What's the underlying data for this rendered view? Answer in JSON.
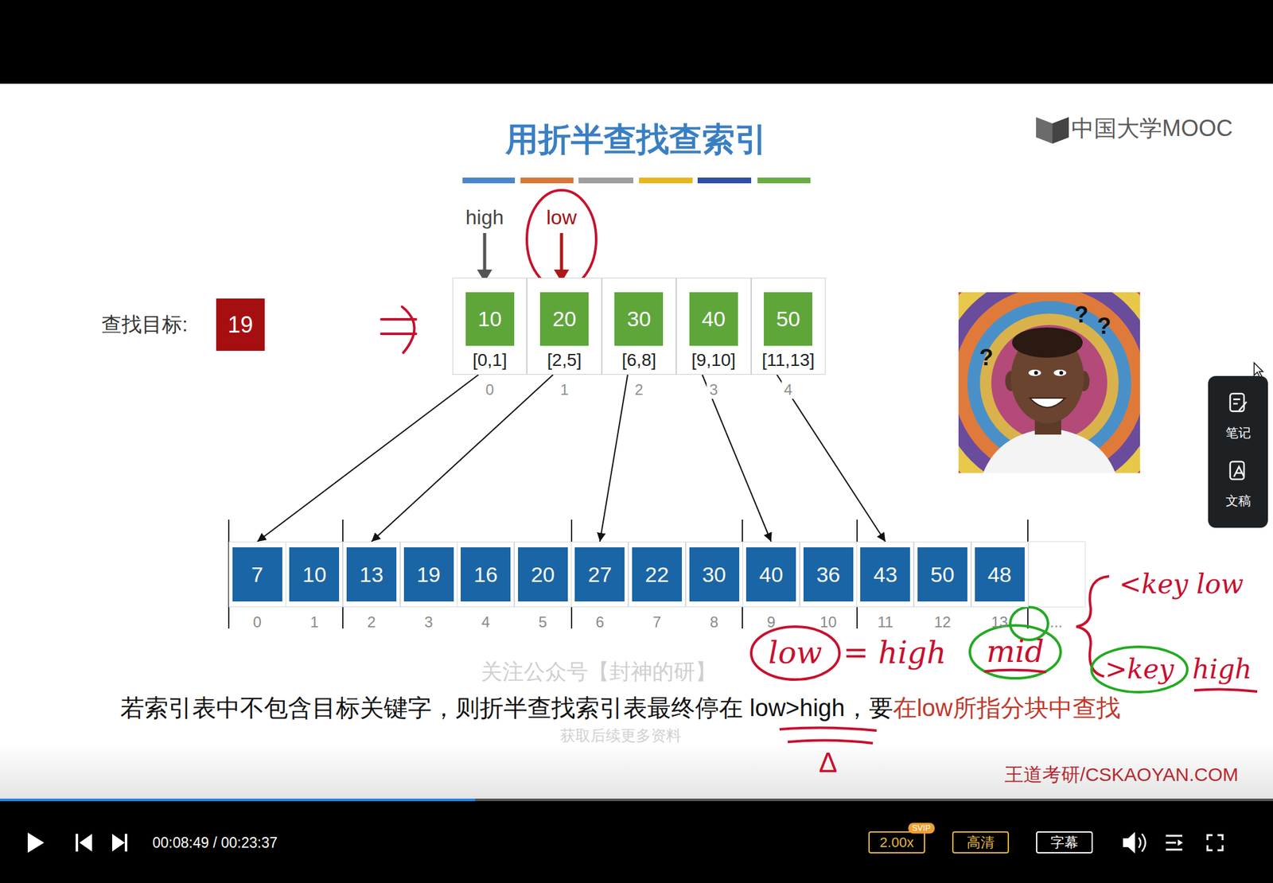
{
  "diagram": {
    "title": "用折半查找查索引",
    "nodes": [
      {
        "text": [
          "19"
        ]
      },
      {
        "text": [
          "10",
          "[0,1]"
        ]
      },
      {
        "text": [
          "20",
          "[2,5]"
        ]
      },
      {
        "text": [
          "30",
          "[6,8]"
        ]
      },
      {
        "text": [
          "40",
          "[9,10]"
        ]
      },
      {
        "text": [
          "50",
          "[11,13]"
        ]
      },
      {
        "text": [
          "7"
        ]
      },
      {
        "text": [
          "10"
        ]
      },
      {
        "text": [
          "13"
        ]
      },
      {
        "text": [
          "19"
        ]
      },
      {
        "text": [
          "16"
        ]
      },
      {
        "text": [
          "20"
        ]
      },
      {
        "text": [
          "27"
        ]
      },
      {
        "text": [
          "22"
        ]
      },
      {
        "text": [
          "30"
        ]
      },
      {
        "text": [
          "40"
        ]
      },
      {
        "text": [
          "36"
        ]
      },
      {
        "text": [
          "43"
        ]
      },
      {
        "text": [
          "50"
        ]
      },
      {
        "text": [
          "48"
        ]
      },
      {
        "text": [
          "2.00x"
        ]
      },
      {
        "text": [
          "高清"
        ]
      },
      {
        "text": [
          "字幕"
        ]
      },
      {
        "text": [
          "笔记",
          "文稿"
        ]
      }
    ],
    "edges": [
      {
        "from": 1,
        "to": 6,
        "arrow": "to"
      },
      {
        "from": 2,
        "to": 8,
        "arrow": "to"
      },
      {
        "from": 3,
        "to": 12,
        "arrow": "to"
      },
      {
        "from": 4,
        "to": 15,
        "arrow": "to"
      },
      {
        "from": 5,
        "to": 17,
        "arrow": "to"
      }
    ],
    "labels": [
      "中国大学MOOC",
      "查找目标:",
      "high",
      "low",
      "0",
      "1",
      "2",
      "3",
      "4",
      "0",
      "1",
      "2",
      "3",
      "4",
      "5",
      "6",
      "7",
      "8",
      "9",
      "10",
      "11",
      "12",
      "13",
      "...",
      "关注公众号【封神的研】",
      "若索引表中不包含目标关键字，则折半查找索引表最终停在 low>high，要",
      "在low所指分块中查找",
      "获取后续更多资料",
      "<key low",
      "low",
      "= high",
      "mid",
      ">key",
      "high",
      "Δ",
      "?",
      "?",
      "?",
      "王道考研/CSKAOYAN.COM",
      "00:08:49 / 00:23:37",
      "SVIP"
    ]
  }
}
